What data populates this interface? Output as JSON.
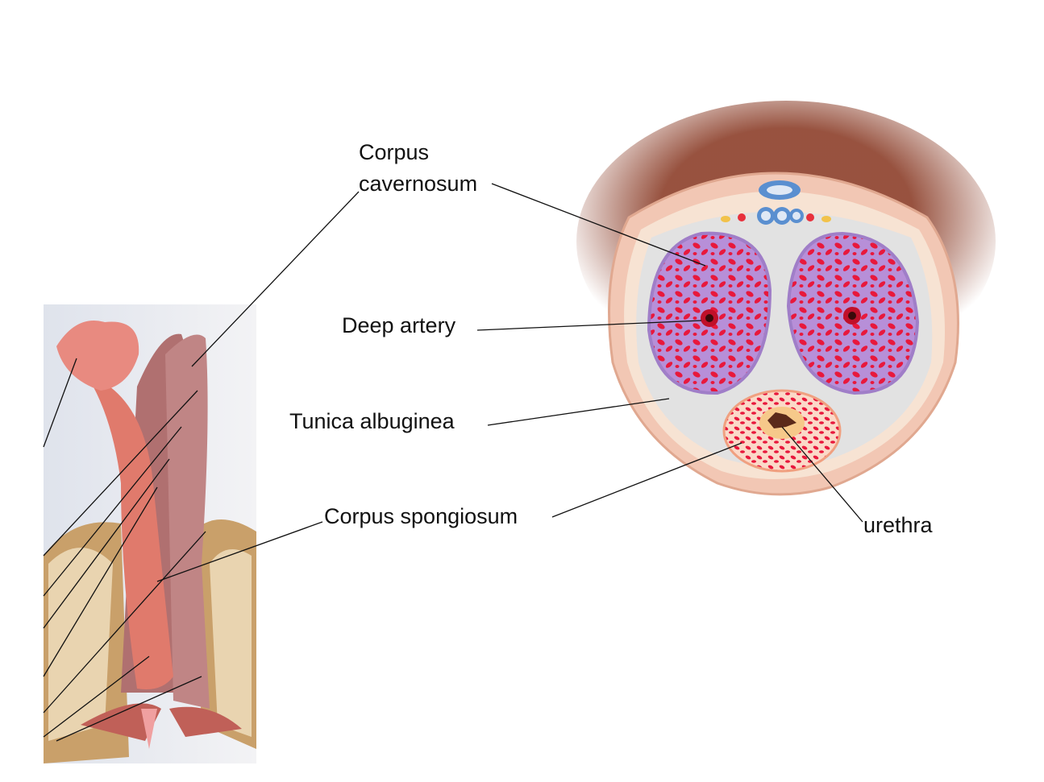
{
  "labels": {
    "corpus_cavernosum_line1": "Corpus",
    "corpus_cavernosum_line2": "cavernosum",
    "deep_artery": "Deep artery",
    "tunica_albuginea": "Tunica albuginea",
    "corpus_spongiosum": "Corpus spongiosum",
    "urethra": "urethra"
  },
  "colors": {
    "cavernosum_fill": "#b78fd8",
    "blood_spaces": "#e8183c",
    "skin": "#f2c7b4",
    "shadow": "#8c3f2a",
    "tunica": "#e2e2e2"
  }
}
